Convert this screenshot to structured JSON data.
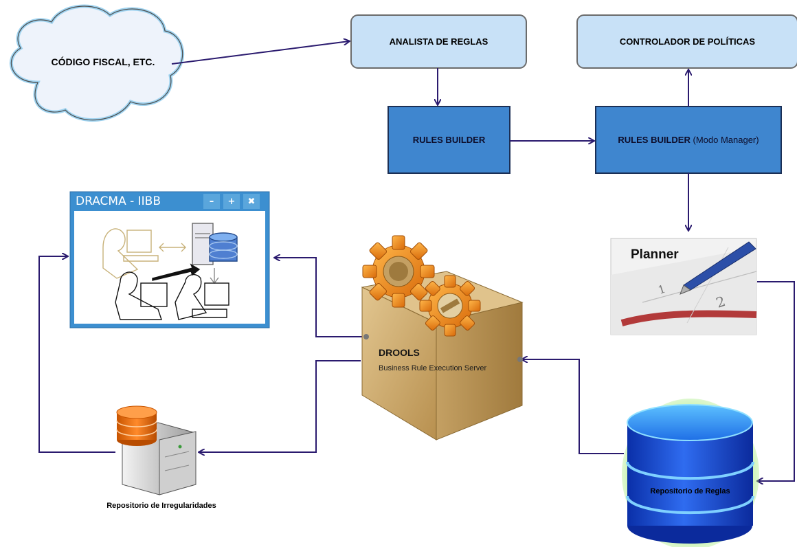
{
  "cloud": {
    "label": "CÓDIGO FISCAL, ETC."
  },
  "analista": {
    "label": "ANALISTA DE REGLAS"
  },
  "controlador": {
    "label": "CONTROLADOR DE POLÍTICAS"
  },
  "rules_builder": {
    "label": "RULES BUILDER"
  },
  "rules_builder_manager": {
    "label": "RULES BUILDER",
    "mode": "(Modo Manager)"
  },
  "dracma_window": {
    "title": "DRACMA - IIBB",
    "minimize": "–",
    "maximize": "+",
    "close": "✖"
  },
  "drools": {
    "title": "DROOLS",
    "subtitle": "Business Rule Execution Server"
  },
  "planner": {
    "title": "Planner"
  },
  "repositorio_reglas": {
    "label": "Repositorio de Reglas"
  },
  "repositorio_irregularidades": {
    "label": "Repositorio de Irregularidades"
  },
  "colors": {
    "arrow": "#2a1a6e",
    "box_light": "#c8e1f7",
    "box_dark": "#3f86cf",
    "window_frame": "#3c8fd0"
  }
}
